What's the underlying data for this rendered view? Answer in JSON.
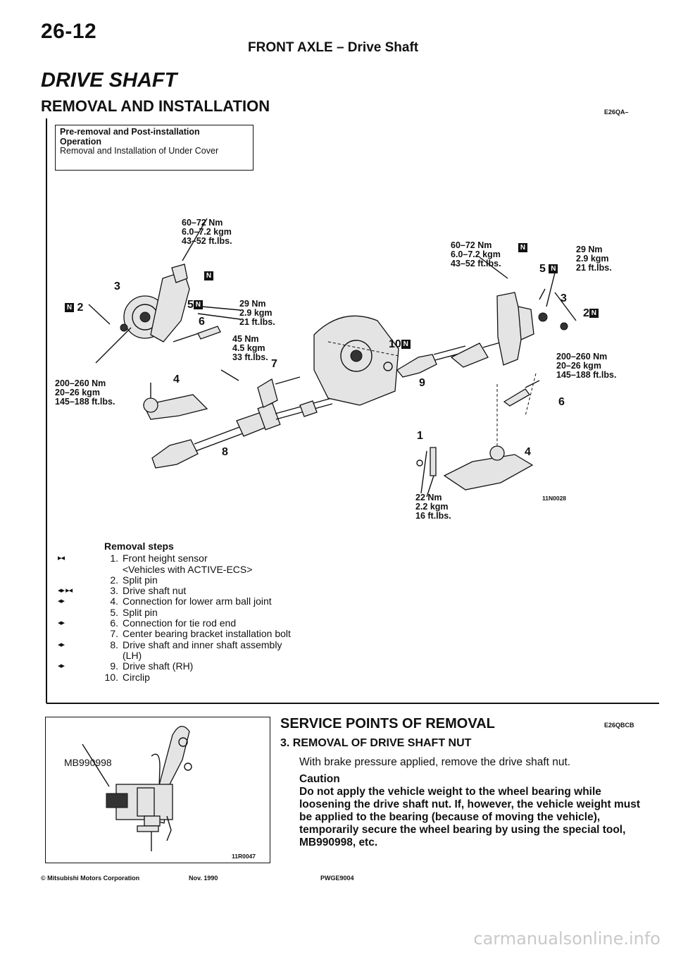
{
  "header": {
    "page_number": "26-12",
    "title": "FRONT AXLE – Drive Shaft"
  },
  "section": {
    "title": "DRIVE SHAFT",
    "subtitle": "REMOVAL AND INSTALLATION",
    "code": "E26QA–"
  },
  "pre_removal": {
    "heading_line1": "Pre-removal and Post-installation",
    "heading_line2": "Operation",
    "text": "Removal and Installation of Under Cover"
  },
  "diagram": {
    "figure_code": "11N0028",
    "torques": {
      "left_top": [
        "60–72 Nm",
        "6.0–7.2 kgm",
        "43–52 ft.lbs."
      ],
      "left_mid": [
        "29 Nm",
        "2.9 kgm",
        "21 ft.lbs."
      ],
      "left_bracket": [
        "45 Nm",
        "4.5 kgm",
        "33 ft.lbs."
      ],
      "left_bottom": [
        "200–260 Nm",
        "20–26 kgm",
        "145–188 ft.lbs."
      ],
      "right_top": [
        "60–72 Nm",
        "6.0–7.2 kgm",
        "43–52 ft.lbs."
      ],
      "right_mid": [
        "29 Nm",
        "2.9 kgm",
        "21 ft.lbs."
      ],
      "right_bottom": [
        "200–260 Nm",
        "20–26 kgm",
        "145–188 ft.lbs."
      ],
      "sensor": [
        "22 Nm",
        "2.2 kgm",
        "16 ft.lbs."
      ]
    },
    "callouts": {
      "c1": "1",
      "c2": "2",
      "c3": "3",
      "c4": "4",
      "c5": "5",
      "c6": "6",
      "c7": "7",
      "c8": "8",
      "c9": "9",
      "c10": "10",
      "new_mark": "N"
    }
  },
  "removal": {
    "heading": "Removal steps",
    "steps": [
      {
        "mark": "▸◂",
        "num": "1.",
        "text": "Front height sensor"
      },
      {
        "mark": "",
        "num": "",
        "text": "<Vehicles with ACTIVE-ECS>"
      },
      {
        "mark": "",
        "num": "2.",
        "text": "Split pin"
      },
      {
        "mark": "◂▸ ▸◂",
        "num": "3.",
        "text": "Drive shaft nut"
      },
      {
        "mark": "◂▸",
        "num": "4.",
        "text": "Connection for lower arm ball joint"
      },
      {
        "mark": "",
        "num": "5.",
        "text": "Split pin"
      },
      {
        "mark": "◂▸",
        "num": "6.",
        "text": "Connection for tie rod end"
      },
      {
        "mark": "",
        "num": "7.",
        "text": "Center bearing bracket installation bolt"
      },
      {
        "mark": "◂▸",
        "num": "8.",
        "text": "Drive shaft and inner shaft assembly"
      },
      {
        "mark": "",
        "num": "",
        "text": "(LH)"
      },
      {
        "mark": "◂▸",
        "num": "9.",
        "text": "Drive shaft (RH)"
      },
      {
        "mark": "",
        "num": "10.",
        "text": "Circlip"
      }
    ]
  },
  "tool_figure": {
    "label": "MB990998",
    "code": "11R0047"
  },
  "service_points": {
    "heading": "SERVICE POINTS OF REMOVAL",
    "code": "E26QBCB",
    "subheading": "3.  REMOVAL OF DRIVE SHAFT NUT",
    "body": "With brake pressure applied, remove the drive shaft nut.",
    "caution_heading": "Caution",
    "caution_text": "Do not apply the vehicle weight to the wheel bearing while loosening the drive shaft nut. If, however, the vehicle weight must be applied to the bearing (because of moving the vehicle), temporarily secure the wheel bearing by using the special tool, MB990998, etc."
  },
  "footer": {
    "copyright": "© Mitsubishi Motors Corporation",
    "date": "Nov. 1990",
    "doc_code": "PWGE9004"
  },
  "watermark": "carmanualsonline.info"
}
